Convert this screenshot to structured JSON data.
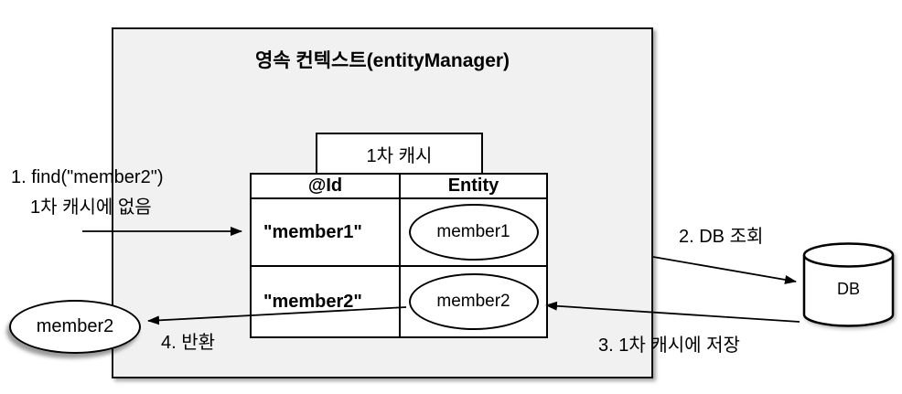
{
  "context": {
    "title": "영속 컨텍스트(entityManager)"
  },
  "cache": {
    "label": "1차 캐시",
    "table": {
      "headers": [
        "@Id",
        "Entity"
      ],
      "rows": [
        {
          "id": "\"member1\"",
          "entity": "member1"
        },
        {
          "id": "\"member2\"",
          "entity": "member2"
        }
      ]
    }
  },
  "db": {
    "label": "DB"
  },
  "result": {
    "label": "member2"
  },
  "steps": {
    "find": {
      "label": "1. find(\"member2\")",
      "sublabel": "1차 캐시에 없음"
    },
    "db_lookup": {
      "label": "2. DB 조회"
    },
    "cache_store": {
      "label": "3. 1차 캐시에 저장"
    },
    "return": {
      "label": "4. 반환"
    }
  },
  "colors": {
    "context_fill": "#f1f1f1",
    "shape_fill": "#ffffff",
    "line": "#000000"
  }
}
